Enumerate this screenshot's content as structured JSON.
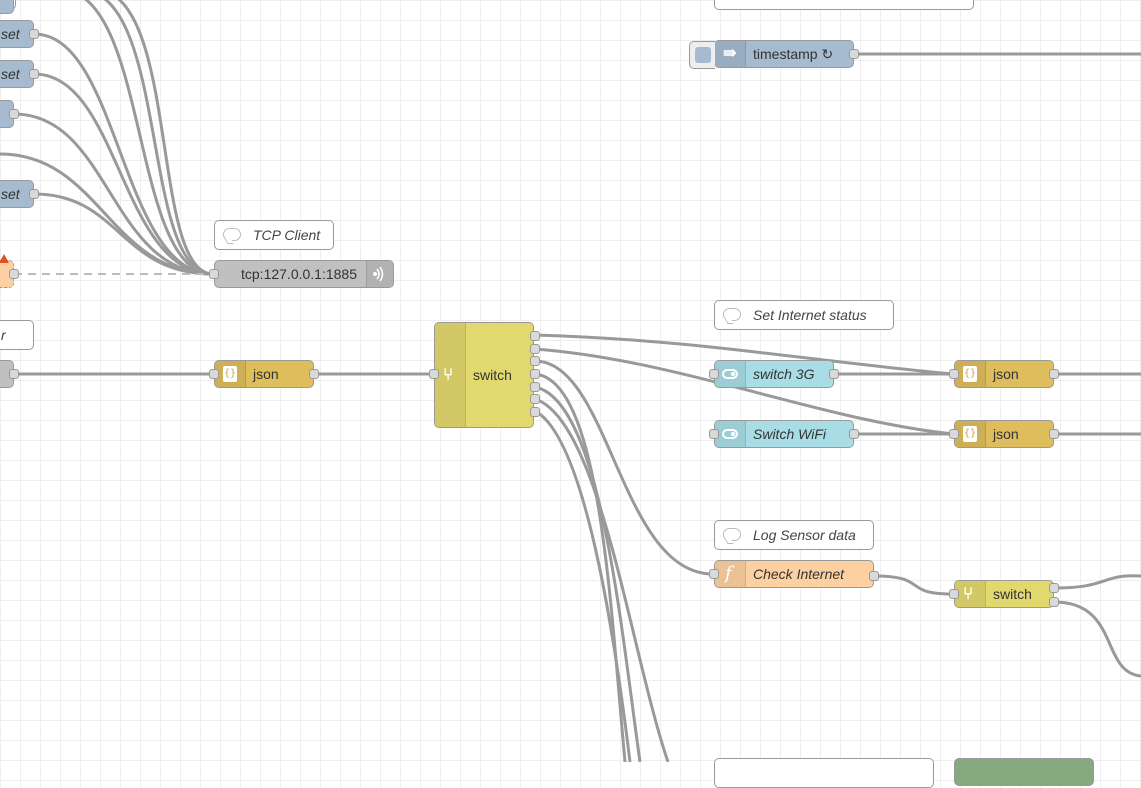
{
  "canvas": {
    "grid_color": "#eeeeee",
    "wire_color": "#999999"
  },
  "colors": {
    "change_blue": "#a6bbcf",
    "tcp_gray": "#c0c0c0",
    "json_gold": "#debd5c",
    "switch_yellow": "#e2d96e",
    "dashboard_cyan": "#a8dde6",
    "function_orange": "#fdd0a2",
    "warning_red": "#e05020"
  },
  "comments": {
    "tcp_client": "TCP Client",
    "set_internet_status": "Set Internet status",
    "log_sensor_data": "Log Sensor data",
    "left_partial": "r"
  },
  "nodes": {
    "set_1": "set",
    "set_2": "set",
    "set_3": "set",
    "tcp": "tcp:127.0.0.1:1885",
    "json_1": "json",
    "switch_main": "switch",
    "switch_3g": "switch 3G",
    "switch_wifi": "Switch WiFi",
    "json_2": "json",
    "json_3": "json",
    "timestamp": "timestamp ↻",
    "check_internet": "Check Internet",
    "switch_2": "switch"
  },
  "icons": {
    "comment": "speech-bubble-icon",
    "json": "json-braces-icon",
    "switch": "switch-branch-icon",
    "toggle": "toggle-icon",
    "function": "function-f-icon",
    "inject": "arrow-right-icon",
    "tcp": "signal-waves-icon"
  }
}
